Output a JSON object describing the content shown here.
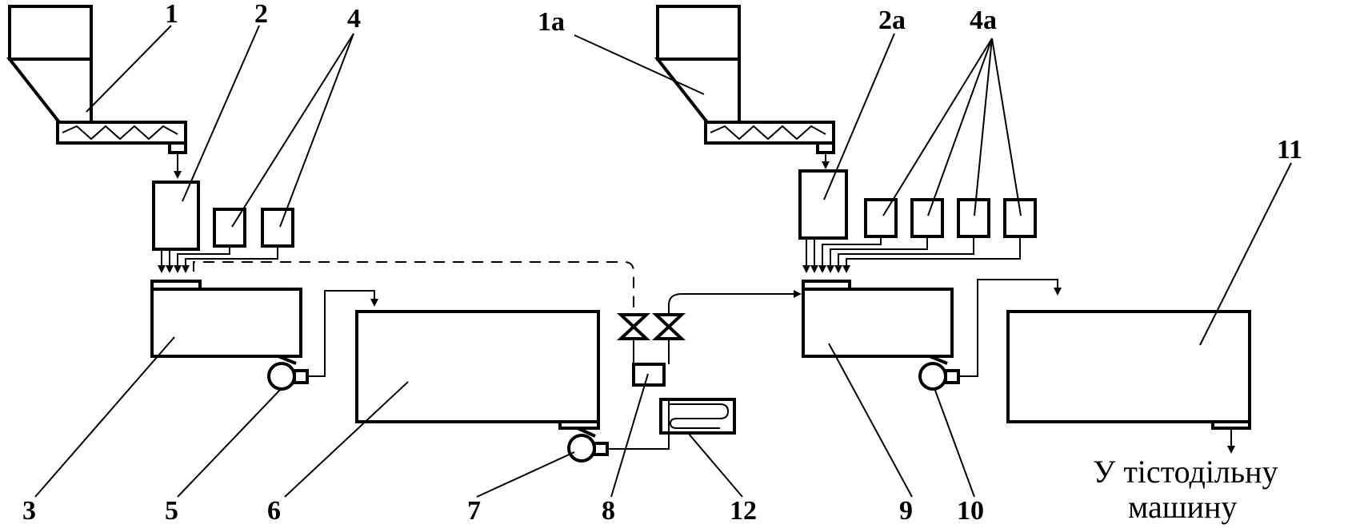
{
  "labels": {
    "l1": "1",
    "l2": "2",
    "l4": "4",
    "l1a": "1а",
    "l2a": "2а",
    "l4a": "4а",
    "l11": "11",
    "l3": "3",
    "l5": "5",
    "l6": "6",
    "l7": "7",
    "l8": "8",
    "l12": "12",
    "l9": "9",
    "l10": "10"
  },
  "caption": {
    "line1": "У тістодільну",
    "line2": "машину"
  }
}
